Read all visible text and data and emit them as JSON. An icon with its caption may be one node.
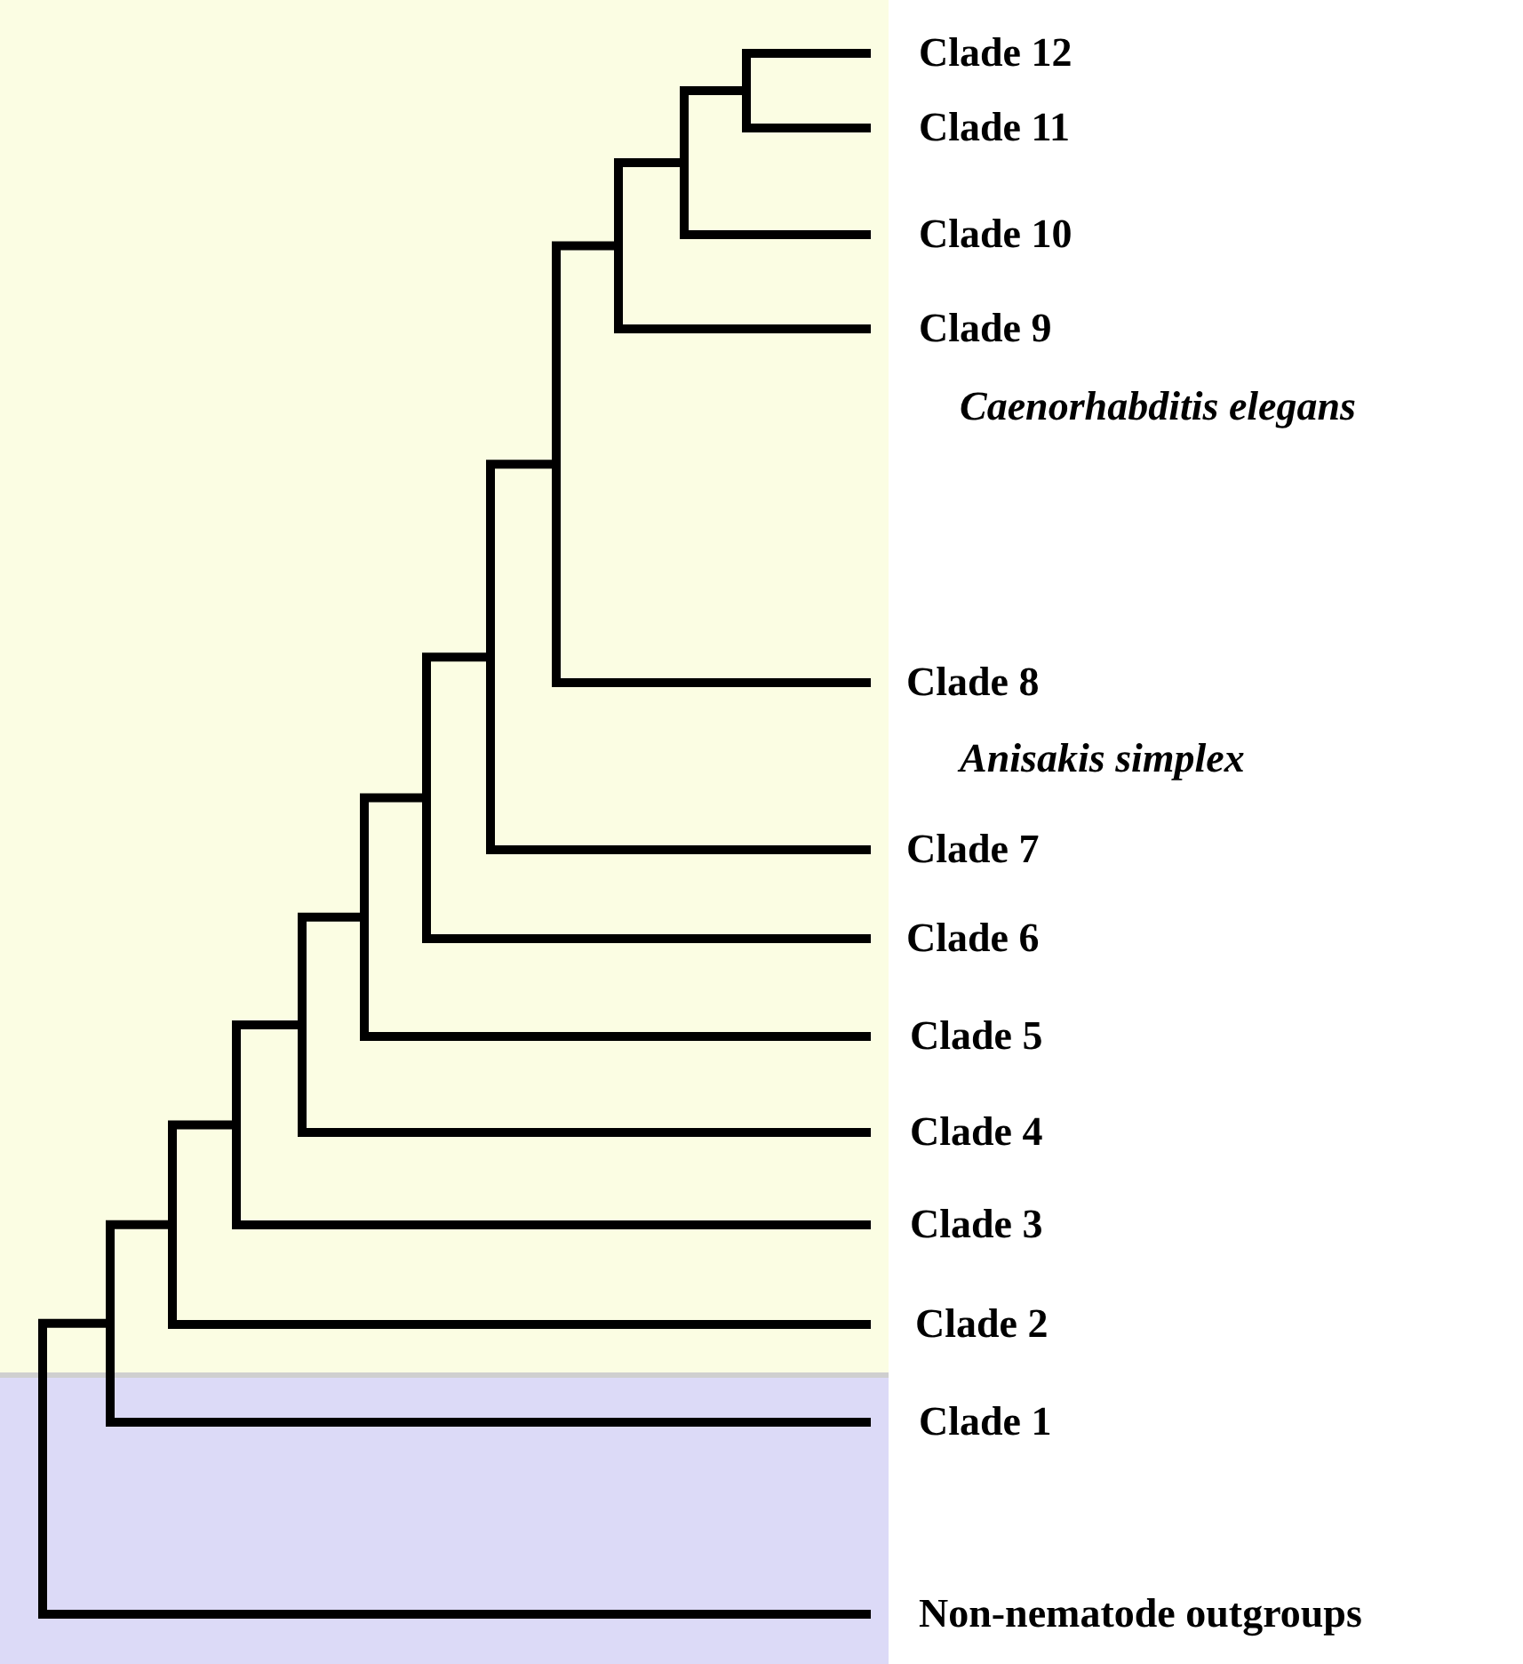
{
  "diagram": {
    "nodes": [
      {
        "text": [
          "Clade 12"
        ]
      },
      {
        "text": [
          "Clade 11"
        ]
      },
      {
        "text": [
          "Clade 10"
        ]
      },
      {
        "text": [
          "Clade 9"
        ]
      },
      {
        "text": [
          "Clade 8"
        ]
      },
      {
        "text": [
          "Clade 7"
        ]
      },
      {
        "text": [
          "Clade 6"
        ]
      },
      {
        "text": [
          "Clade 5"
        ]
      },
      {
        "text": [
          "Clade 4"
        ]
      },
      {
        "text": [
          "Clade 3"
        ]
      },
      {
        "text": [
          "Clade 2"
        ]
      },
      {
        "text": [
          "Clade 1"
        ]
      },
      {
        "text": [
          "Non-nematode outgroups"
        ]
      }
    ],
    "edges": [
      {
        "from": null,
        "to": 0,
        "arrow": "none"
      },
      {
        "from": null,
        "to": 1,
        "arrow": "none"
      },
      {
        "from": null,
        "to": 2,
        "arrow": "none"
      },
      {
        "from": null,
        "to": 3,
        "arrow": "none"
      },
      {
        "from": null,
        "to": 4,
        "arrow": "none"
      },
      {
        "from": null,
        "to": 5,
        "arrow": "none"
      },
      {
        "from": null,
        "to": 6,
        "arrow": "none"
      },
      {
        "from": null,
        "to": 7,
        "arrow": "none"
      },
      {
        "from": null,
        "to": 8,
        "arrow": "none"
      },
      {
        "from": null,
        "to": 9,
        "arrow": "none"
      },
      {
        "from": null,
        "to": 10,
        "arrow": "none"
      },
      {
        "from": null,
        "to": 11,
        "arrow": "none"
      },
      {
        "from": null,
        "to": 12,
        "arrow": "none"
      }
    ],
    "labels": [
      "Caenorhabditis elegans",
      "Anisakis simplex"
    ]
  }
}
